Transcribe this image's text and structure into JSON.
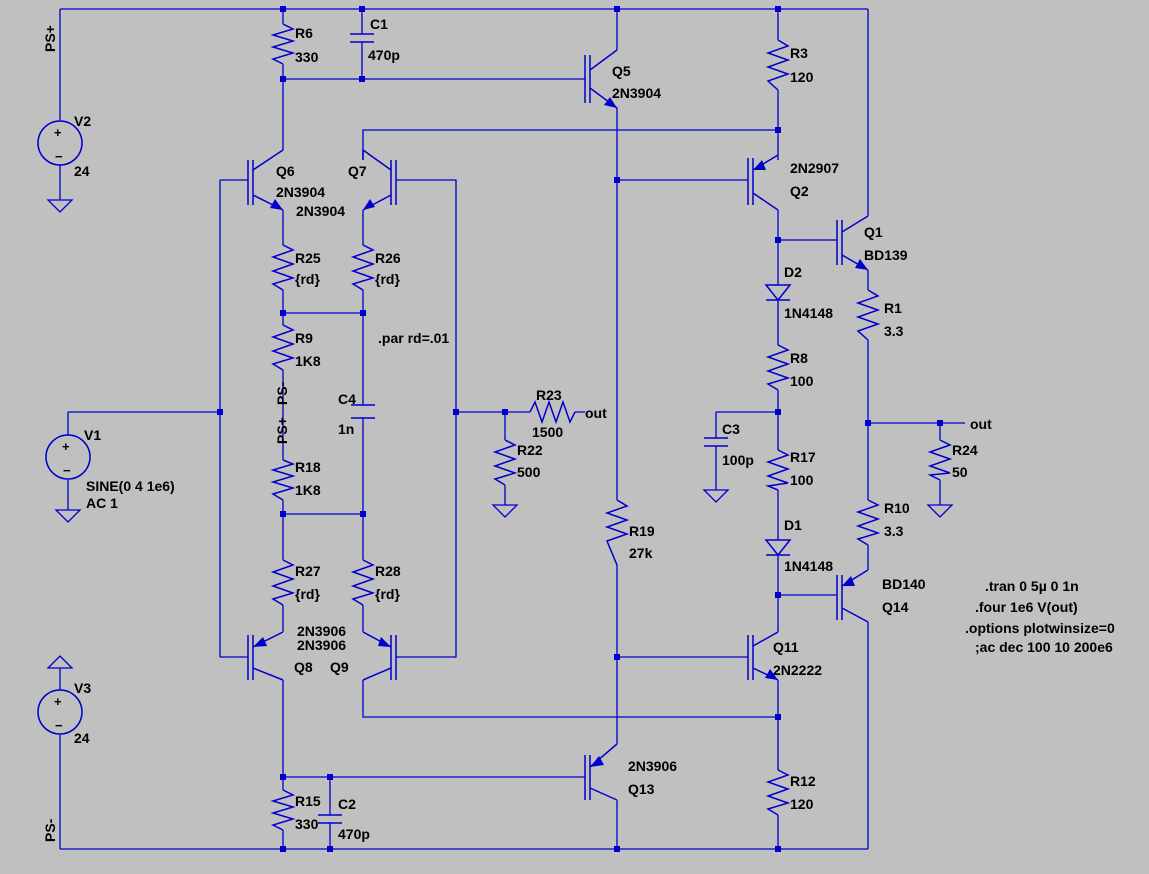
{
  "components": {
    "v2": {
      "name": "V2",
      "value": "24"
    },
    "v1": {
      "name": "V1",
      "value": "SINE(0 4 1e6)",
      "ac": "AC 1"
    },
    "v3": {
      "name": "V3",
      "value": "24"
    },
    "r6": {
      "name": "R6",
      "value": "330"
    },
    "c1": {
      "name": "C1",
      "value": "470p"
    },
    "q5": {
      "name": "Q5",
      "model": "2N3904"
    },
    "r3": {
      "name": "R3",
      "value": "120"
    },
    "q6": {
      "name": "Q6",
      "model": "2N3904"
    },
    "q7": {
      "name": "Q7",
      "model": "2N3904"
    },
    "q2": {
      "name": "Q2",
      "model": "2N2907"
    },
    "q1": {
      "name": "Q1",
      "model": "BD139"
    },
    "r25": {
      "name": "R25",
      "value": "{rd}"
    },
    "r26": {
      "name": "R26",
      "value": "{rd}"
    },
    "d2": {
      "name": "D2",
      "model": "1N4148"
    },
    "r1": {
      "name": "R1",
      "value": "3.3"
    },
    "r9": {
      "name": "R9",
      "value": "1K8"
    },
    "r8": {
      "name": "R8",
      "value": "100"
    },
    "c4": {
      "name": "C4",
      "value": "1n"
    },
    "r23": {
      "name": "R23",
      "value": "1500"
    },
    "r24": {
      "name": "R24",
      "value": "50"
    },
    "c3": {
      "name": "C3",
      "value": "100p"
    },
    "r22": {
      "name": "R22",
      "value": "500"
    },
    "r17": {
      "name": "R17",
      "value": "100"
    },
    "r18": {
      "name": "R18",
      "value": "1K8"
    },
    "d1": {
      "name": "D1",
      "model": "1N4148"
    },
    "r10": {
      "name": "R10",
      "value": "3.3"
    },
    "r19": {
      "name": "R19",
      "value": "27k"
    },
    "r27": {
      "name": "R27",
      "value": "{rd}"
    },
    "r28": {
      "name": "R28",
      "value": "{rd}"
    },
    "q14": {
      "name": "Q14",
      "model": "BD140"
    },
    "q8": {
      "name": "Q8",
      "model": "2N3906"
    },
    "q9": {
      "name": "Q9",
      "model": "2N3906"
    },
    "q11": {
      "name": "Q11",
      "model": "2N2222"
    },
    "q13": {
      "name": "Q13",
      "model": "2N3906"
    },
    "r12": {
      "name": "R12",
      "value": "120"
    },
    "r15": {
      "name": "R15",
      "value": "330"
    },
    "c2": {
      "name": "C2",
      "value": "470p"
    }
  },
  "net_labels": {
    "ps_plus": "PS+",
    "ps_minus": "PS-",
    "out": "out"
  },
  "directives": {
    "param": ".par rd=.01",
    "tran": ".tran 0 5µ 0 1n",
    "four": ".four 1e6 V(out)",
    "options": ".options plotwinsize=0",
    "ac": ";ac dec 100 10 200e6"
  }
}
